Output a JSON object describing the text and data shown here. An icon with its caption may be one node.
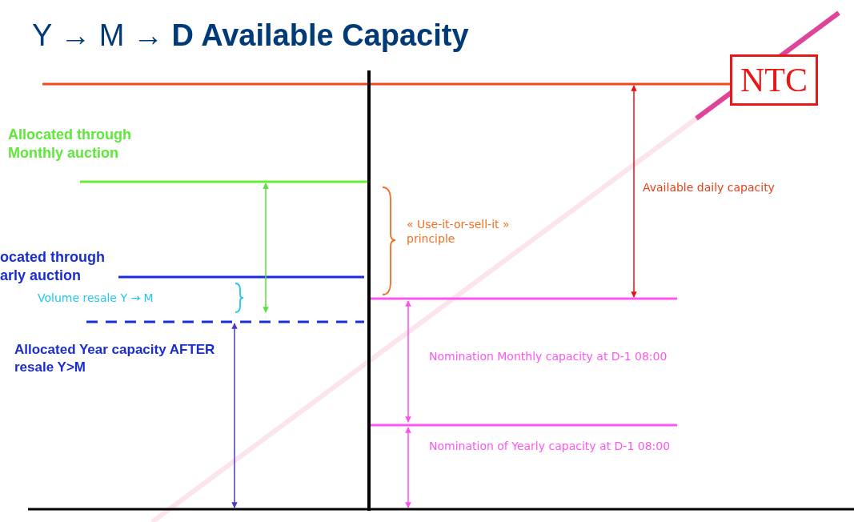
{
  "diagram": {
    "title": "Y → M → **D Available Capacity**",
    "nodes": [
      {
        "text": [
          "NTC"
        ]
      }
    ],
    "labels": [
      "Allocated through Monthly auction",
      "ocated through arly auction",
      "Volume resale Y → M",
      "Allocated Year capacity AFTER resale Y>M",
      "« Use-it-or-sell-it » principle",
      "Available daily capacity",
      "Nomination Monthly capacity at D-1 08:00",
      "Nomination of Yearly capacity at D-1 08:00"
    ]
  }
}
